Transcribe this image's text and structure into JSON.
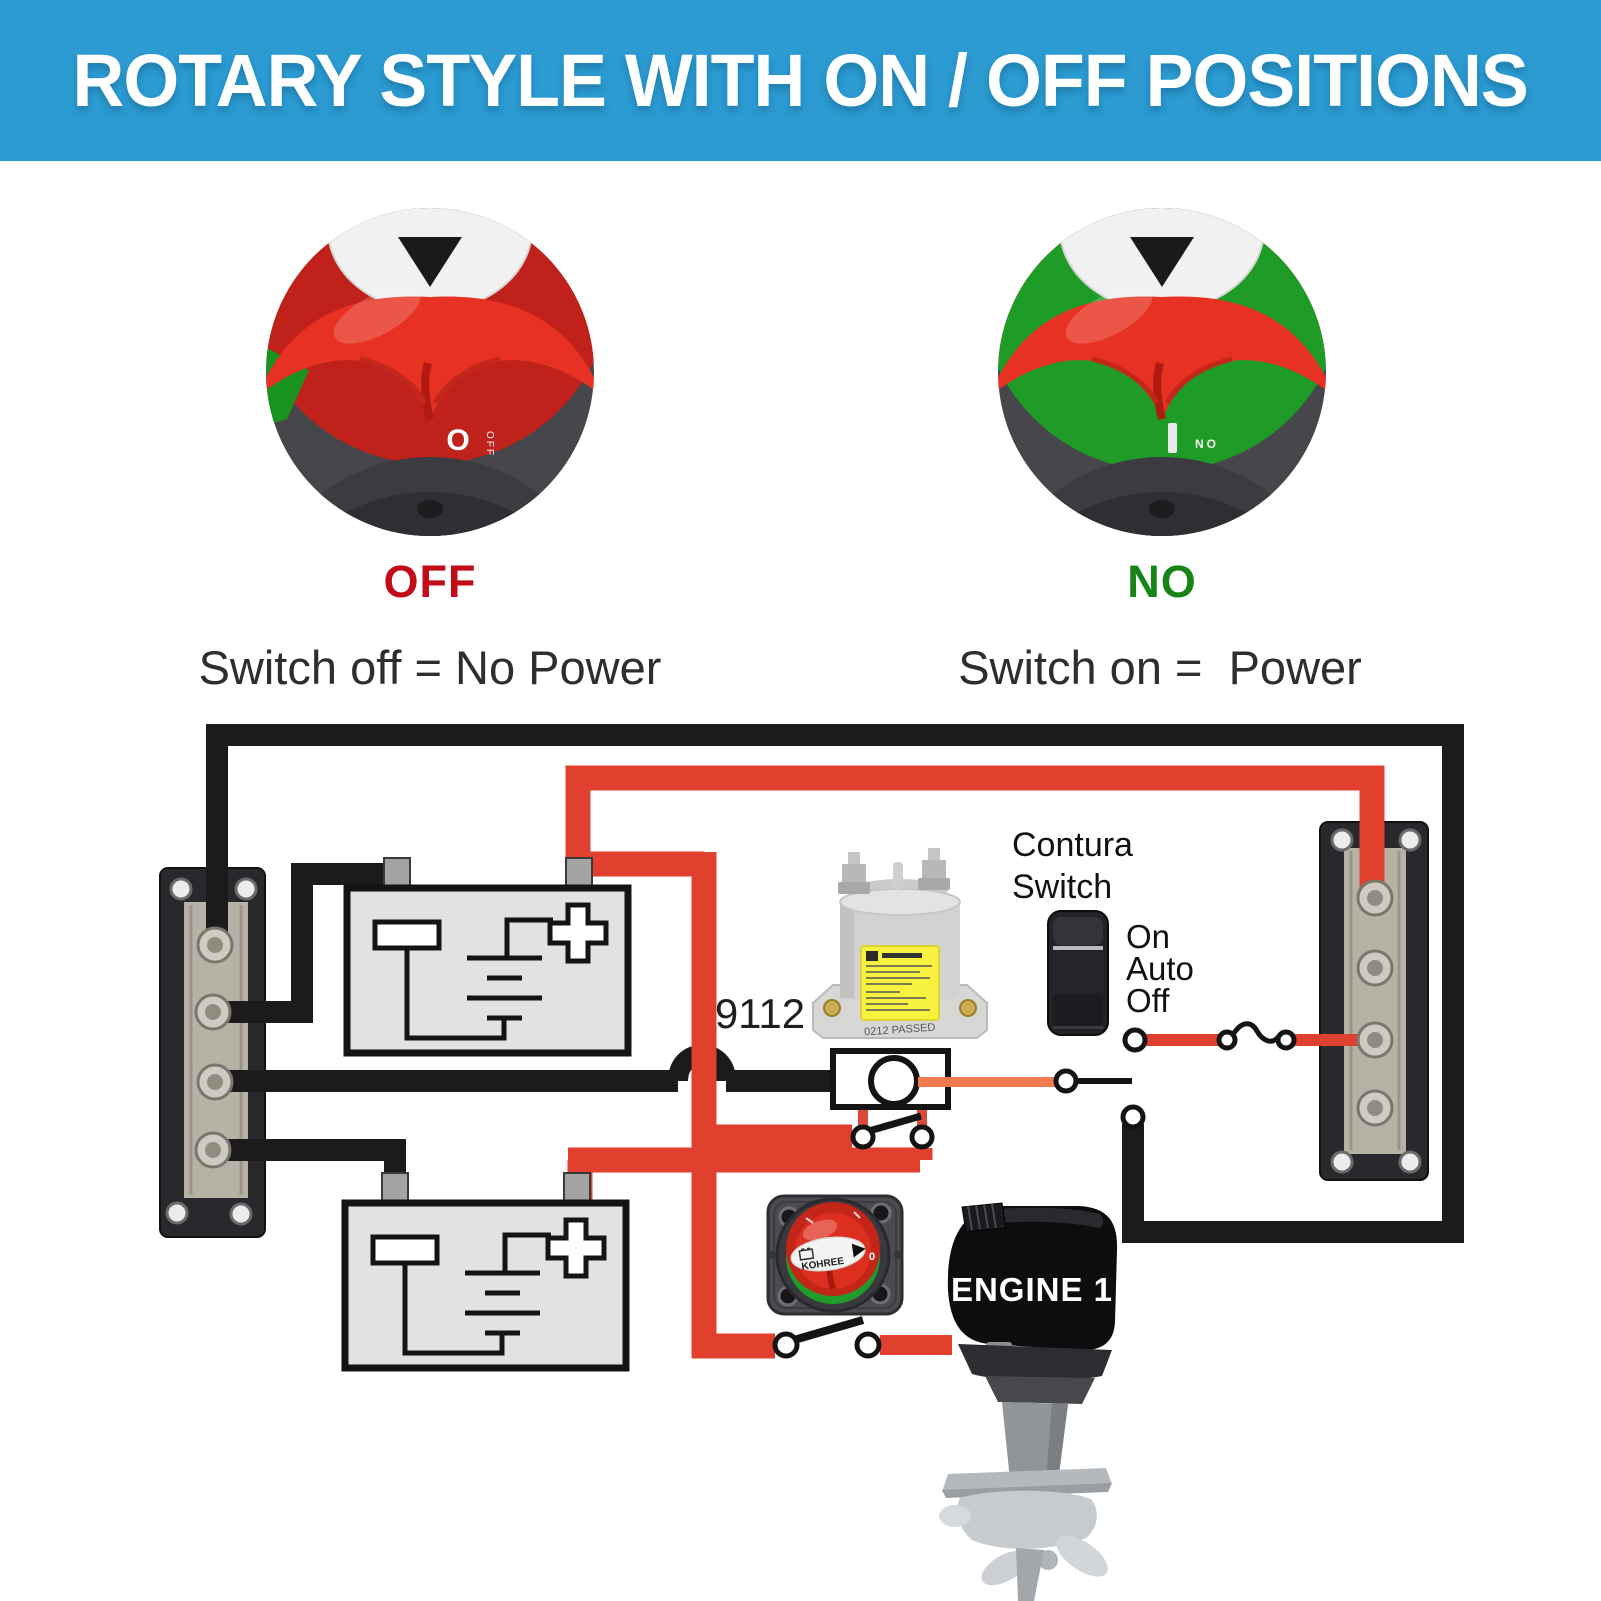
{
  "banner": {
    "title": "ROTARY STYLE WITH ON / OFF POSITIONS",
    "bg_color": "#2B9BD2"
  },
  "off": {
    "label": "OFF",
    "caption": "Switch off = No Power",
    "dial_marker": "O",
    "dial_word": "OFF",
    "label_color": "#C20D19"
  },
  "on": {
    "label": "NO",
    "caption": "Switch on =  Power",
    "dial_marker": "I",
    "dial_word": "NO",
    "label_color": "#168417"
  },
  "diagram": {
    "relay_label": "9112",
    "contura_line1": "Contura",
    "contura_line2": "Switch",
    "rocker_options": [
      "On",
      "Auto",
      "Off"
    ],
    "engine_label": "ENGINE 1",
    "solenoid_stamp": "0212 PASSED",
    "switch_brand": "KOHREE",
    "knob_zero": "0",
    "colors": {
      "wire_black": "#1b1b1b",
      "wire_red": "#E2402F",
      "wire_orange": "#F17B51",
      "green_band": "#1f9c27",
      "knob_red": "#e73122"
    }
  }
}
